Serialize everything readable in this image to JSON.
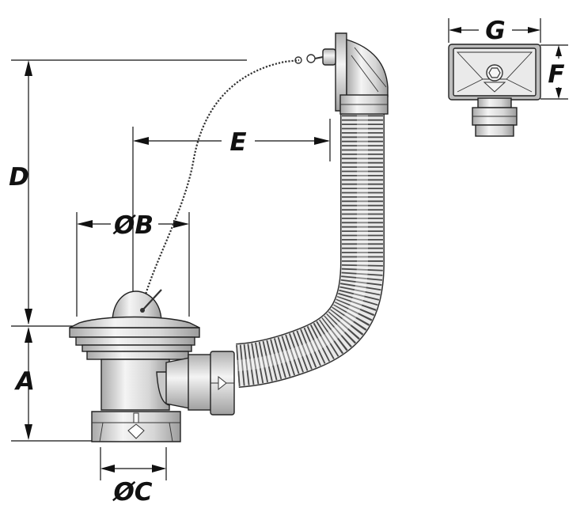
{
  "diagram": {
    "dimension_labels": {
      "A": "A",
      "B": "ØB",
      "C": "ØC",
      "D": "D",
      "E": "E",
      "F": "F",
      "G": "G"
    },
    "colors": {
      "line": "#111111",
      "metal_light": "#f2f2f2",
      "metal_mid": "#d2d2d2",
      "metal_dark": "#9a9a9a"
    }
  }
}
